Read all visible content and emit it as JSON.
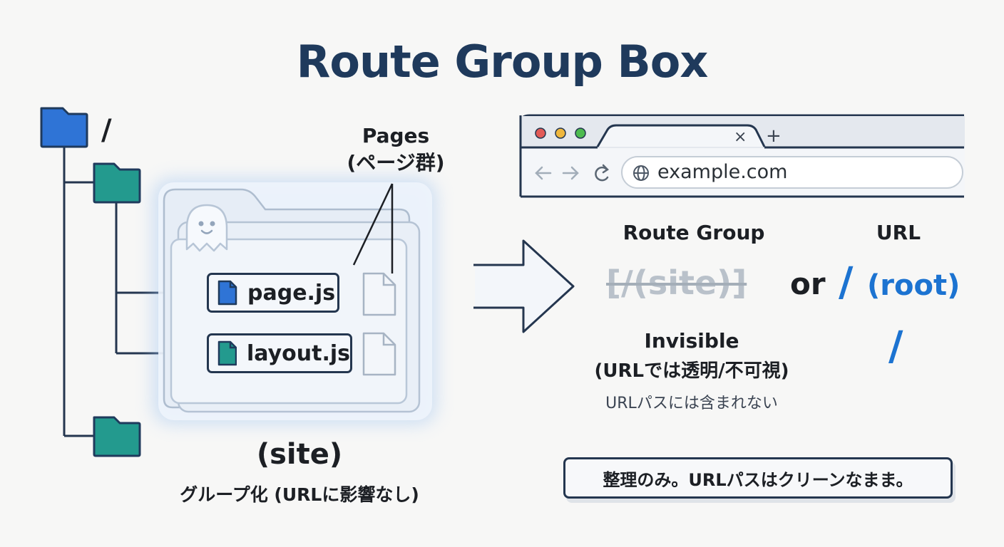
{
  "title": "Route Group Box",
  "tree": {
    "root_label": "/",
    "pages_label_line1": "Pages",
    "pages_label_line2": "(ページ群)",
    "files": [
      "page.js",
      "layout.js"
    ],
    "group_name": "(site)",
    "group_desc": "グループ化 (URLに影響なし)"
  },
  "browser": {
    "url": "example.com",
    "new_tab_symbol": "+",
    "close_symbol": "×"
  },
  "mapping": {
    "route_group_label": "Route Group",
    "url_label": "URL",
    "route_group_value": "[/(site)]",
    "or_word": "or",
    "url_slash": "/",
    "url_root": "(root)",
    "url_slash_second": "/",
    "invisible_line1": "Invisible",
    "invisible_line2": "(URLでは透明/不可視)",
    "invisible_line3": "URLパスには含まれない"
  },
  "note": "整理のみ。URLパスはクリーンなまま。",
  "colors": {
    "title": "#1f3a5c",
    "root_folder": "#2f74d6",
    "child_folder": "#239a8e",
    "accent_blue": "#1c73d1",
    "line": "#24364f"
  },
  "icons": [
    "folder-icon",
    "ghost-icon",
    "file-icon",
    "globe-icon",
    "back-arrow-icon",
    "forward-arrow-icon",
    "reload-icon",
    "close-icon",
    "plus-icon"
  ]
}
